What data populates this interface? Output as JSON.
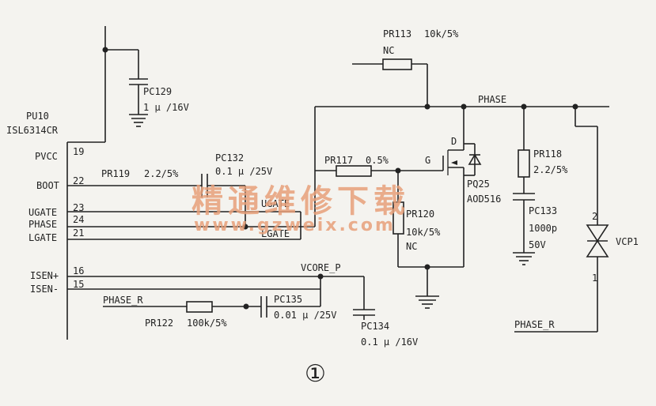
{
  "ic": {
    "ref": "PU10",
    "part": "ISL6314CR",
    "pins": [
      {
        "num": "19",
        "name": "PVCC"
      },
      {
        "num": "22",
        "name": "BOOT"
      },
      {
        "num": "23",
        "name": "UGATE"
      },
      {
        "num": "24",
        "name": "PHASE"
      },
      {
        "num": "21",
        "name": "LGATE"
      },
      {
        "num": "16",
        "name": "ISEN+"
      },
      {
        "num": "15",
        "name": "ISEN-"
      }
    ]
  },
  "components": {
    "pc129": {
      "ref": "PC129",
      "value": "1 μ /16V"
    },
    "pc132": {
      "ref": "PC132",
      "value": "0.1 μ /25V"
    },
    "pr119": {
      "ref": "PR119",
      "value": "2.2/5%"
    },
    "pr113": {
      "ref": "PR113",
      "value": "10k/5%",
      "note": "NC"
    },
    "pr117": {
      "ref": "PR117",
      "value": "0.5%"
    },
    "pr120": {
      "ref": "PR120",
      "value": "10k/5%",
      "note": "NC"
    },
    "pq25": {
      "ref": "PQ25",
      "part": "AOD516",
      "gate": "G",
      "drain": "D"
    },
    "pr118": {
      "ref": "PR118",
      "value": "2.2/5%"
    },
    "pc133": {
      "ref": "PC133",
      "value1": "1000p",
      "value2": "50V"
    },
    "vcp1": {
      "ref": "VCP1",
      "pin_top": "2",
      "pin_bottom": "1"
    },
    "pc135": {
      "ref": "PC135",
      "value": "0.01 μ /25V"
    },
    "pr122": {
      "ref": "PR122",
      "value": "100k/5%"
    },
    "pc134": {
      "ref": "PC134",
      "value": "0.1 μ /16V"
    }
  },
  "nets": {
    "phase": "PHASE",
    "ugate": "UGATE",
    "lgate": "LGATE",
    "vcore_p": "VCORE_P",
    "phase_r_left": "PHASE_R",
    "phase_r_right": "PHASE_R"
  },
  "figure_number": "①",
  "watermark": {
    "title": "精通维修下载",
    "url": "www.gzweix.com",
    "color": "#e8a07a"
  }
}
